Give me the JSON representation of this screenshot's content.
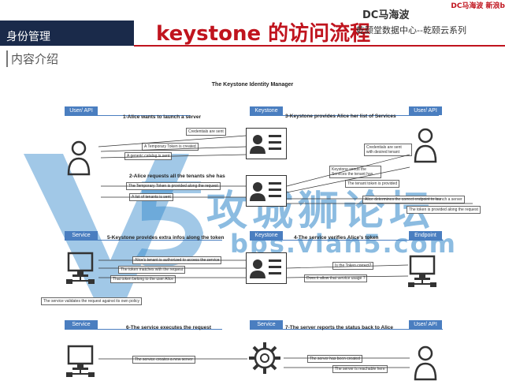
{
  "header": {
    "section": "身份管理",
    "title": "keystone 的访问流程",
    "author": "DC马海波",
    "org": "乾颐堂数据中心--乾颐云系列",
    "corner_tag": "DC马海波 新浪b",
    "subheading": "内容介绍"
  },
  "diagram": {
    "title": "The Keystone Identity Manager",
    "tabs": {
      "user_api_1": "User/ API",
      "keystone_1": "Keystone",
      "user_api_2": "User/ API",
      "service_1": "Service",
      "keystone_2": "Keystone",
      "endpoint": "Endpoint",
      "service_2": "Service",
      "service_3": "Service",
      "user_api_3": "User/ API"
    },
    "steps": {
      "s1": "1-Alice wants to launch a server",
      "s2": "2-Alice requests all the tenants she has",
      "s3": "3-Keystone provides Alice her list of Services",
      "s4": "4-The service verifies Alice's token",
      "s5": "5-Keystone provides extra infos along the token",
      "s6": "6-The service executes the request",
      "s7": "7-The server reports the status back to Alice"
    },
    "messages": {
      "m1": "Credentials are sent",
      "m2": "A Temporary Token is created",
      "m3": "A generic catalog is sent",
      "m4": "The Temporary Token is provided along the request",
      "m5": "A list of tenants is sent",
      "m6": "Credentials are sent with desired tenant",
      "m7": "Keystone sends the Services the tenant has",
      "m8": "The tenant token is provided",
      "m9": "Alice determines the correct endpoint to launch a server",
      "m10": "The token is provided along the request",
      "m11": "Alice's tenant is authorized to access the service",
      "m12": "The token matches with the request",
      "m13": "That token belong to the user Alice",
      "m14": "Is the Token correct?",
      "m15": "Does it allow that service usage ?",
      "m16": "The service validates the request against its own policy",
      "m17": "The service creates a new server",
      "m18": "The server has been created",
      "m19": "The server is reachable here"
    },
    "watermark": {
      "cn": "攻城狮论坛",
      "url": "bbs.vlan5.com"
    }
  },
  "colors": {
    "accent": "#4a7ec0",
    "header_red": "#c0141e",
    "watermark": "#2f86c9"
  }
}
